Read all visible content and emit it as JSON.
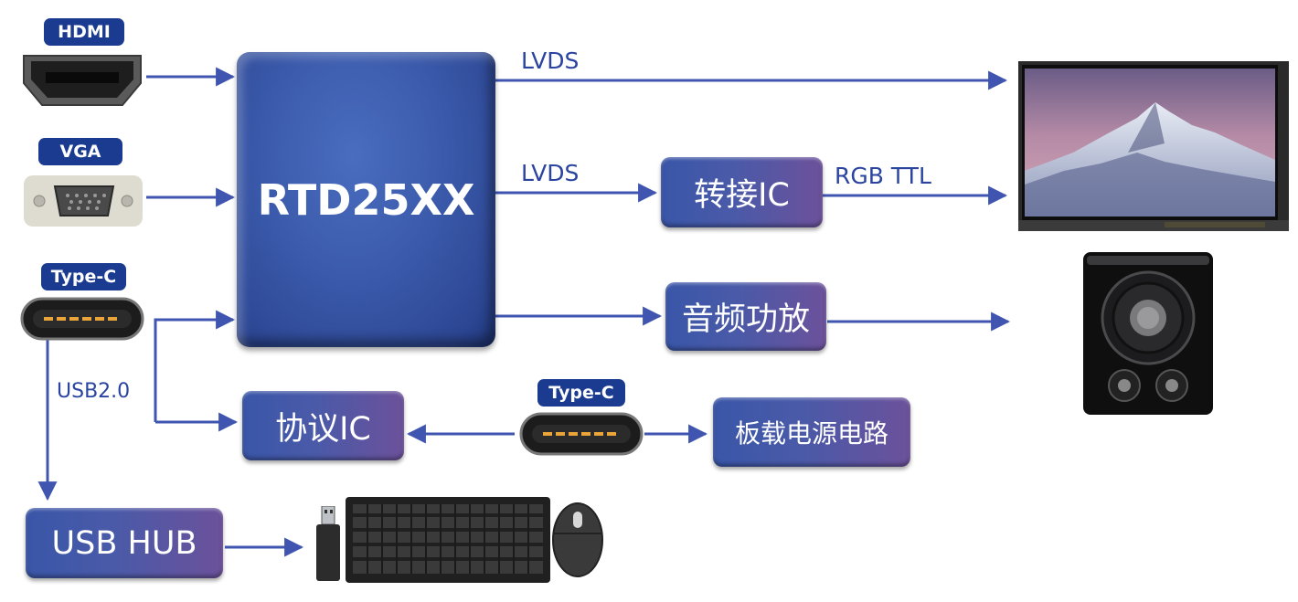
{
  "tags": {
    "hdmi": "HDMI",
    "vga": "VGA",
    "typec_left": "Type-C",
    "typec_mid": "Type-C"
  },
  "chip": "RTD25XX",
  "boxes": {
    "bridge_ic": "转接IC",
    "audio_amp": "音频功放",
    "protocol_ic": "协议IC",
    "power": "板载电源电路",
    "usb_hub": "USB HUB"
  },
  "labels": {
    "lvds_top": "LVDS",
    "lvds_mid": "LVDS",
    "rgb_ttl": "RGB TTL",
    "usb20": "USB2.0"
  },
  "colors": {
    "arrow": "#3f55b0",
    "tag_bg": "#1b3b90"
  }
}
